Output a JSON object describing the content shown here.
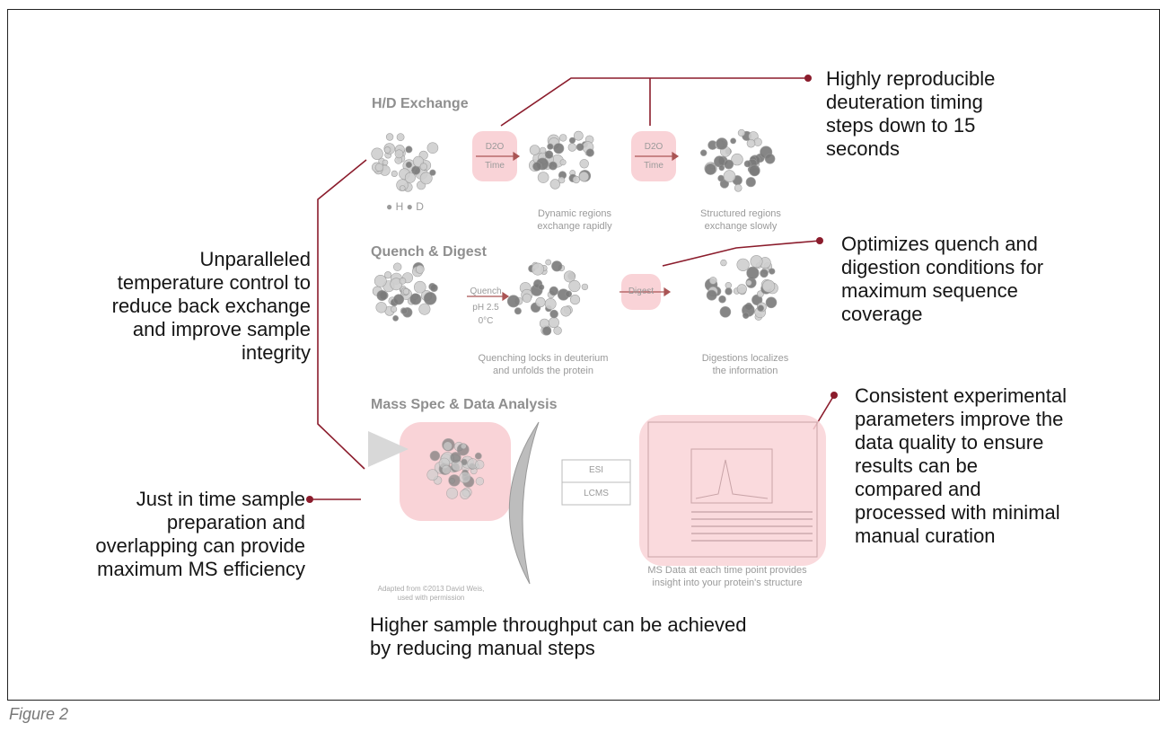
{
  "caption": "Figure 2",
  "sections": {
    "hd": {
      "title": "H/D Exchange",
      "legend_h": "H",
      "legend_d": "D",
      "step_label_1": "D2O",
      "step_label_2": "Time",
      "dynamic_caption_1": "Dynamic regions",
      "dynamic_caption_2": "exchange rapidly",
      "structured_caption_1": "Structured regions",
      "structured_caption_2": "exchange slowly"
    },
    "quench": {
      "title": "Quench & Digest",
      "quench_label": "Quench",
      "ph_label": "pH 2.5",
      "temp_label": "0°C",
      "digest_label": "Digest",
      "quench_caption_1": "Quenching locks in deuterium",
      "quench_caption_2": "and unfolds the protein",
      "digest_caption_1": "Digestions localizes",
      "digest_caption_2": "the information"
    },
    "ms": {
      "title": "Mass Spec & Data Analysis",
      "esi_label": "ESI",
      "lcms_label": "LCMS",
      "data_caption_1": "MS Data at each time point provides",
      "data_caption_2": "insight into your protein's structure",
      "credit_1": "Adapted from ©2013 David Weis,",
      "credit_2": "used with permission"
    }
  },
  "callouts": {
    "top_right": [
      "Highly reproducible",
      "deuteration timing",
      "steps down to 15",
      "seconds"
    ],
    "mid_right": [
      "Optimizes quench and",
      "digestion conditions for",
      "maximum sequence",
      "coverage"
    ],
    "bottom_right": [
      "Consistent experimental",
      "parameters improve the",
      "data quality to ensure",
      "results can be",
      "compared and",
      "processed with minimal",
      "manual curation"
    ],
    "left_top": [
      "Unparalleled",
      "temperature control to",
      "reduce back exchange",
      "and improve sample",
      "integrity"
    ],
    "left_bottom": [
      "Just in time sample",
      "preparation and",
      "overlapping can provide",
      "maximum MS efficiency"
    ],
    "bottom_center": [
      "Higher sample throughput can be achieved",
      "by reducing manual steps"
    ]
  },
  "colors": {
    "accent_line": "#8b1c2c",
    "highlight": "#f9d3d7",
    "molecule_light": "#cfcfcf",
    "molecule_dark": "#7a7a7a"
  }
}
